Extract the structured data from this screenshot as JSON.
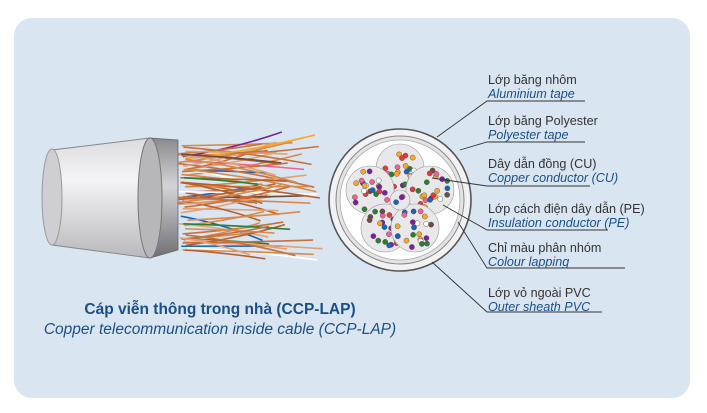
{
  "caption": {
    "title_vi": "Cáp viễn thông trong nhà (CCP-LAP)",
    "title_en": "Copper telecommunication inside cable (CCP-LAP)"
  },
  "layers": [
    {
      "vi": "Lớp băng nhôm",
      "en": "Aluminium tape"
    },
    {
      "vi": "Lớp băng Polyester",
      "en": "Polyester tape"
    },
    {
      "vi": "Dây dẫn đồng (CU)",
      "en": "Copper conductor (CU)"
    },
    {
      "vi": "Lớp cách điện dây dẫn (PE)",
      "en": "Insulation conductor (PE)"
    },
    {
      "vi": "Chỉ màu phân nhóm",
      "en": "Colour lapping"
    },
    {
      "vi": "Lớp vỏ ngoài PVC",
      "en": "Outer sheath PVC"
    }
  ],
  "colors": {
    "panel": "#d9e5f1",
    "label_en": "#1a4f8a",
    "copper": "#c8703a",
    "sheath": "#e9e9ec"
  }
}
